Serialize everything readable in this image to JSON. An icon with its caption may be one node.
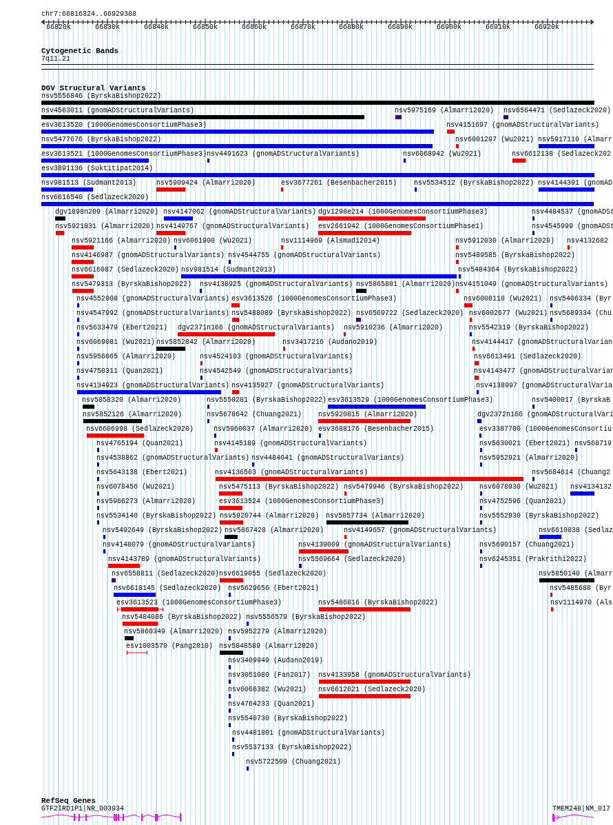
{
  "diagram": {
    "labels": [
      "chr7:66816324..66929388",
      "66820k",
      "66830k",
      "66840k",
      "66850k",
      "66860k",
      "66870k",
      "66880k",
      "66890k",
      "66900k",
      "66910k",
      "66920k",
      "Cytogenetic Bands",
      "7q11.21",
      "DGV Structural Variants",
      "nsv5556846 (ByrskaBishop2022)",
      "nsv4563011 (gnomADStructuralVariants)",
      "nsv5975169 (Almarri2020)",
      "nsv6564471 (Sedlazeck2020)",
      "esv3613520 (1000GenomesConsortiumPhase3)",
      "nsv4151697 (gnomADStructuralVariants)",
      "nsv5477676 (ByrskaBishop2022)",
      "nsv6001297 (Wu2021)",
      "nsv5917110 (Almarr",
      "esv3613521 (1000GenomesConsortiumPhase3)",
      "nsv4491623 (gnomADStructuralVariants)",
      "nsv6068942 (Wu2021)",
      "nsv6612138 (Sedlazeck202",
      "esv3891136 (Suktitipat2014)",
      "nsv981513 (Sudmant2013)",
      "nsv5909424 (Almarri2020)",
      "esv3677261 (Besenbacher2015)",
      "nsv5534512 (ByrskaBishop2022)",
      "nsv4144391 (gnomAD",
      "nsv6616540 (Sedlazeck2020)",
      "dgv1898n209 (Almarri2020)",
      "nsv4147062 (gnomADStructuralVariants)",
      "dgv1298e214 (1000GenomesConsortiumPhase3)",
      "nsv4484537 (gnomADSt",
      "nsv5921831 (Almarri2020)",
      "nsv4149767 (gnomADStructuralVariants)",
      "esv2661942 (1000GenomesConsortiumPhase1)",
      "nsv4545999 (gnomADSt",
      "nsv5921166 (Almarri2020)",
      "nsv6061900 (Wu2021)",
      "nsv1114969 (Alsmadi2014)",
      "nsv5912030 (Almarri2020)",
      "nsv4132682",
      "nsv4146987 (gnomADStructuralVariants)",
      "nsv4544755 (gnomADStructuralVariants)",
      "nsv5489585 (ByrskaBishop2022)",
      "nsv6616087 (Sedlazeck2020)",
      "nsv981514 (Sudmant2013)",
      "nsv5484364 (ByrskaBishop2022)",
      "nsv5479313 (ByrskaBishop2022)",
      "nsv4138925 (gnomADStructuralVariants)",
      "nsv5865801 (Almarri2020)",
      "nsv4151049 (gnomADStructuralVariants)",
      "nsv4552008 (gnomADStructuralVariants)",
      "esv3613526 (1000GenomesConsortiumPhase3)",
      "nsv6008110 (Wu2021)",
      "nsv5406334 (Byr",
      "nsv4547992 (gnomADStructuralVariants)",
      "nsv5488089 (ByrskaBishop2022)",
      "nsv6569722 (Sedlazeck2020)",
      "nsv6002677 (Wu2021)",
      "nsv5689334 (Chu",
      "nsv5633479 (Ebert2021)",
      "dgv2371n166 (gnomADStructuralVariants)",
      "nsv5910236 (Almarri2020)",
      "nsv5542319 (ByrskaBishop2022)",
      "nsv6069081 (Wu2021)",
      "nsv5852842 (Almarri2020)",
      "nsv3417216 (Audano2019)",
      "nsv4144417 (gnomADStructuralVarian",
      "nsv5956065 (Almarri2020)",
      "nsv4524103 (gnomADStructuralVariants)",
      "nsv6613491 (Sedlazeck2020)",
      "nsv4750311 (Quan2021)",
      "nsv4542549 (gnomADStructuralVariants)",
      "nsv4143477 (gnomADStructuralVarian",
      "nsv4134923 (gnomADStructuralVariants)",
      "nsv4135927 (gnomADStructuralVariants)",
      "nsv4138997 (gnomADStructuralVaria",
      "nsv5858320 (Almarri2020)",
      "nsv5550281 (ByrskaBishop2022)",
      "esv3613529 (1000GenomesConsortiumPhase3)",
      "nsv5400017 (ByrskaB",
      "nsv5852126 (Almarri2020)",
      "nsv5678642 (Chuang2021)",
      "nsv5920815 (Almarri2020)",
      "dgv2372n166 (gnomADStructuralVari",
      "nsv6606998 (Sedlazeck2020)",
      "nsv5960037 (Almarri2020)",
      "esv3688176 (Besenbacher2015)",
      "esv3387700 (1000GenomesConsortiu",
      "nsv4765194 (Quan2021)",
      "nsv4145189 (gnomADStructuralVariants)",
      "nsv5630021 (Ebert2021)",
      "nsv568719",
      "nsv4538862 (gnomADStructuralVariants)",
      "nsv4484041 (gnomADStructuralVariants)",
      "nsv5952921 (Almarri2020)",
      "nsv5643138 (Ebert2021)",
      "nsv4136503 (gnomADStructuralVariants)",
      "nsv5684614 (Chuang2",
      "nsv6078456 (Wu2021)",
      "nsv5475113 (ByrskaBishop2022)",
      "nsv5479946 (ByrskaBishop2022)",
      "nsv6078930 (Wu2021)",
      "nsv4134132",
      "nsv5966273 (Almarri2020)",
      "esv3613524 (1000GenomesConsortiumPhase3)",
      "nsv4752596 (Quan2021)",
      "nsv5534140 (ByrskaBishop2022)",
      "nsv5920744 (Almarri2020)",
      "nsv5857734 (Almarri2020)",
      "nsv5552930 (ByrskaBishop2022)",
      "nsv5492649 (ByrskaBishop2022)",
      "nsv5867428 (Almarri2020)",
      "nsv4149657 (gnomADStructuralVariants)",
      "nsv6610838 (Sedlaz",
      "nsv4148079 (gnomADStructuralVariants)",
      "nsv4139009 (gnomADStructuralVariants)",
      "nsv5690157 (Chuang2021)",
      "nsv4143789 (gnomADStructuralVariants)",
      "nsv5569664 (Sedlazeck2020)",
      "nsv6245351 (Prakrithi2022)",
      "nsv6558811 (Sedlazeck2020)",
      "nsv6619055 (Sedlazeck2020)",
      "nsv5850140 (Almarr",
      "nsv6618145 (Sedlazeck2020)",
      "nsv5629656 (Ebert2021)",
      "nsv5485688 (Byr",
      "esv3613523 (1000GenomesConsortiumPhase3)",
      "nsv5486816 (ByrskaBishop2022)",
      "nsv1114970 (Als",
      "nsv5484086 (ByrskaBishop2022)",
      "nsv5556579 (ByrskaBishop2022)",
      "nsv5860349 (Almarri2020)",
      "nsv5952279 (Almarri2020)",
      "esv1003570 (Pang2010)",
      "nsv5848589 (Almarri2020)",
      "nsv3409949 (Audano2019)",
      "nsv3051080 (Fan2017)",
      "nsv4133958 (gnomADStructuralVariants)",
      "nsv6066382 (Wu2021)",
      "nsv6612621 (Sedlazeck2020)",
      "nsv4764233 (Quan2021)",
      "nsv5540730 (ByrskaBishop2022)",
      "nsv4481801 (gnomADStructuralVariants)",
      "nsv5537133 (ByrskaBishop2022)",
      "nsv5722509 (Chuang2021)",
      "RefSeq Genes",
      "GTF2IRD1P1|NR_003934",
      "TMEM248|NM_017"
    ]
  }
}
